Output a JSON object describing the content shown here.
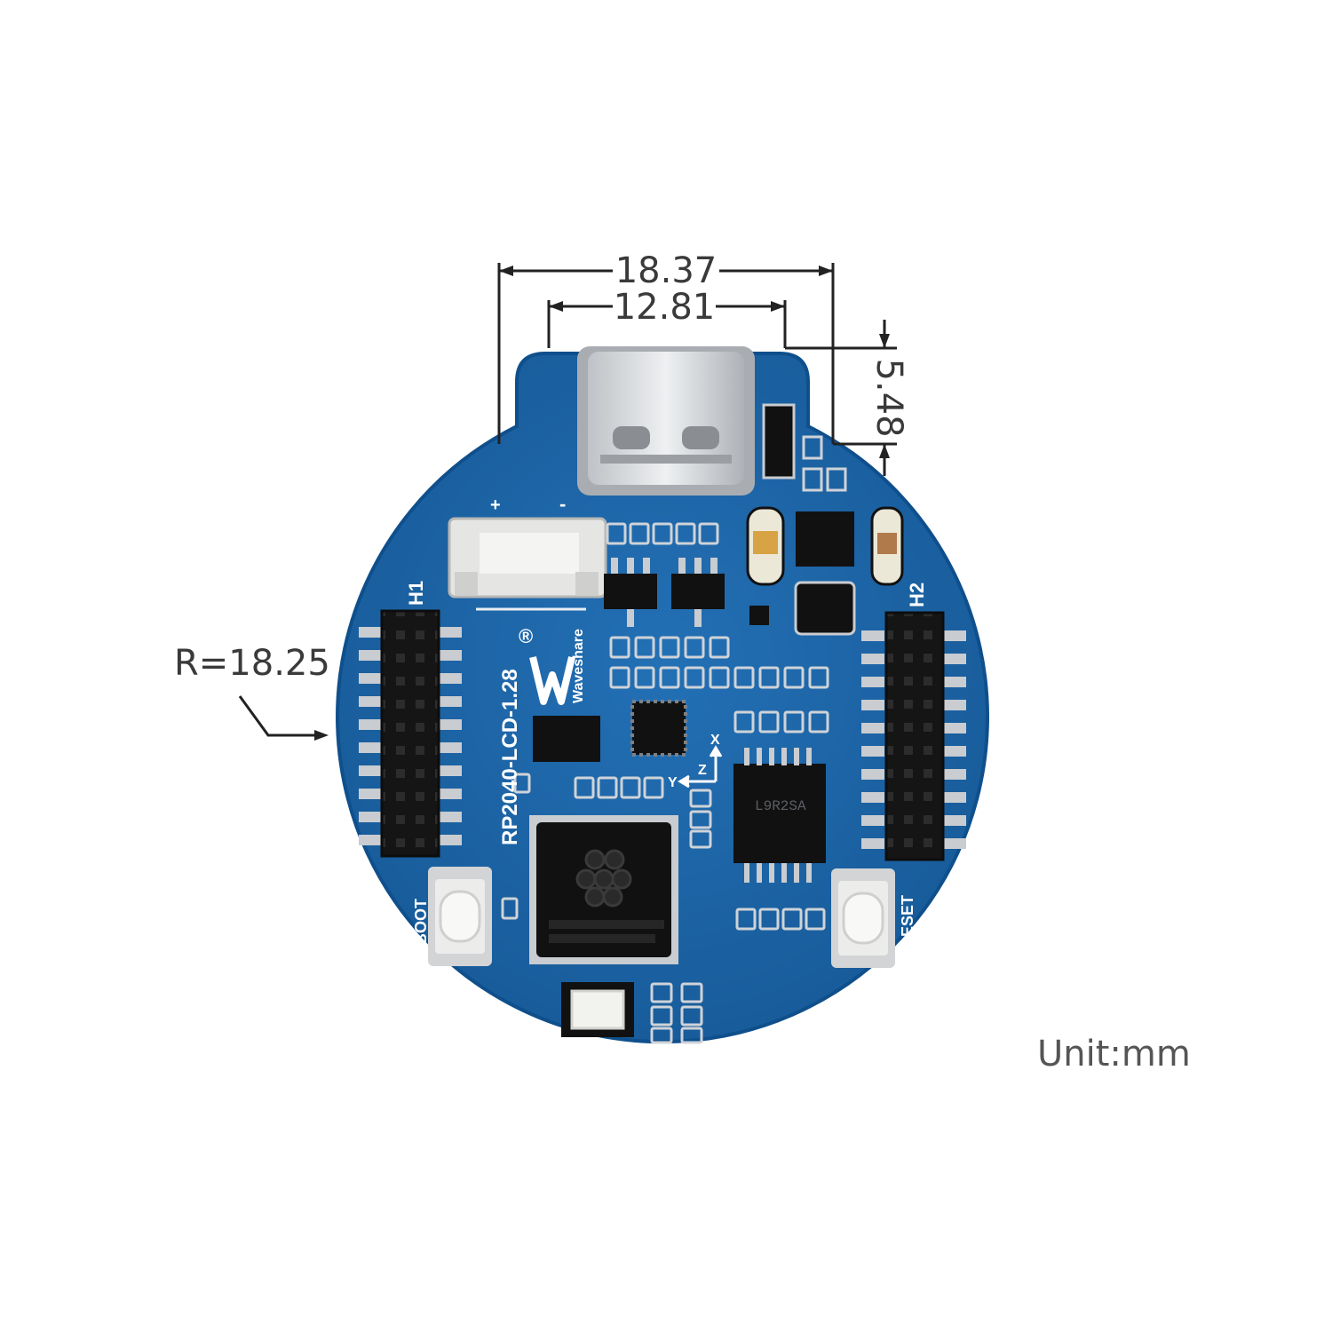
{
  "dimensions": {
    "total_width": "18.37",
    "usb_width": "12.81",
    "usb_height": "5.48",
    "radius": "R=18.25"
  },
  "unit_label": "Unit:mm",
  "board": {
    "model": "RP2040-LCD-1.28",
    "brand": "Waveshare",
    "registered_mark": "®",
    "header_left": "H1",
    "header_right": "H2",
    "button_left": "BOOT",
    "button_right": "RESET",
    "battery_plus": "+",
    "battery_minus": "-",
    "imu_chip_label": "L9R2SA",
    "axis_x": "X",
    "axis_y": "Y",
    "axis_z": "Z"
  },
  "colors": {
    "pcb": "#1d63a6",
    "pcb_edge": "#0f4f8c",
    "pad": "#c9ccd0",
    "connector": "#d6d7d9",
    "ink": "#3a3a3a"
  }
}
